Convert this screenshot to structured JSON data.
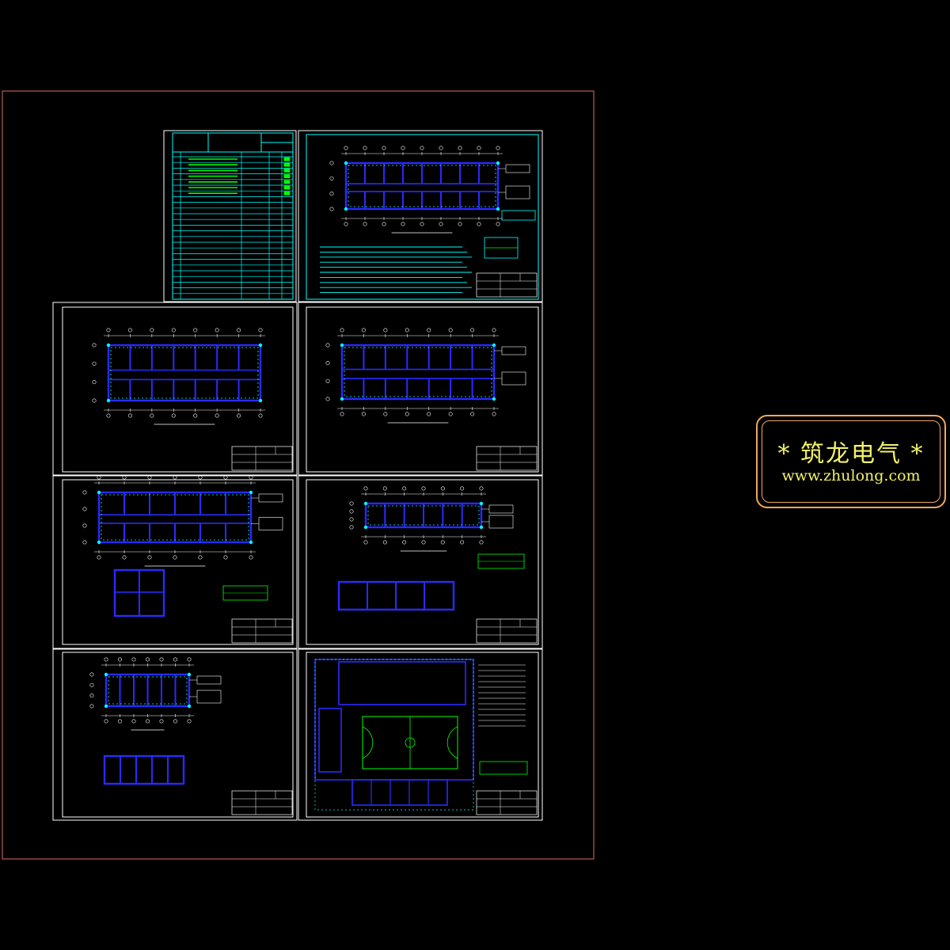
{
  "watermark": {
    "title": "* 筑龙电气 *",
    "url": "www.zhulong.com"
  },
  "colors": {
    "background": "#000000",
    "border": "#e06b6b",
    "sheet_frame": "#ffffff",
    "wall": "#2a2aff",
    "cyan": "#00ffff",
    "green": "#00ff00",
    "watermark_text": "#f2f26a",
    "watermark_frame": "#f0a860"
  },
  "sheets": [
    {
      "id": "drawing-index",
      "kind": "index-table"
    },
    {
      "id": "design-notes",
      "kind": "plan-with-notes"
    },
    {
      "id": "floor-plan-1",
      "kind": "plan"
    },
    {
      "id": "floor-plan-2",
      "kind": "plan"
    },
    {
      "id": "floor-plan-3",
      "kind": "plan-double"
    },
    {
      "id": "floor-plan-4",
      "kind": "plan-double"
    },
    {
      "id": "floor-plan-5",
      "kind": "plan-double"
    },
    {
      "id": "site-plan",
      "kind": "site-court"
    }
  ]
}
